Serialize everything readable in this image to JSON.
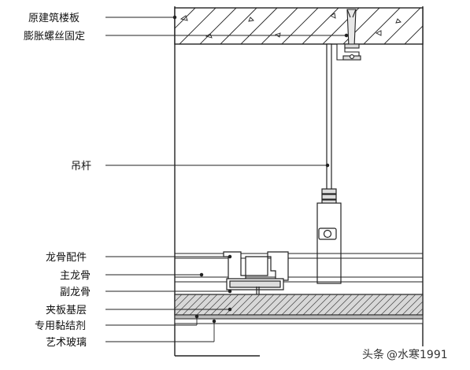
{
  "labels": {
    "slab": "原建筑楼板",
    "bolt": "膨胀螺丝固定",
    "rod": "吊杆",
    "connector": "龙骨配件",
    "main_keel": "主龙骨",
    "sub_keel": "副龙骨",
    "base_board": "夹板基层",
    "adhesive": "专用黏结剂",
    "glass": "艺术玻璃"
  },
  "watermark": {
    "prefix": "头条",
    "handle": "@水寒1991"
  }
}
